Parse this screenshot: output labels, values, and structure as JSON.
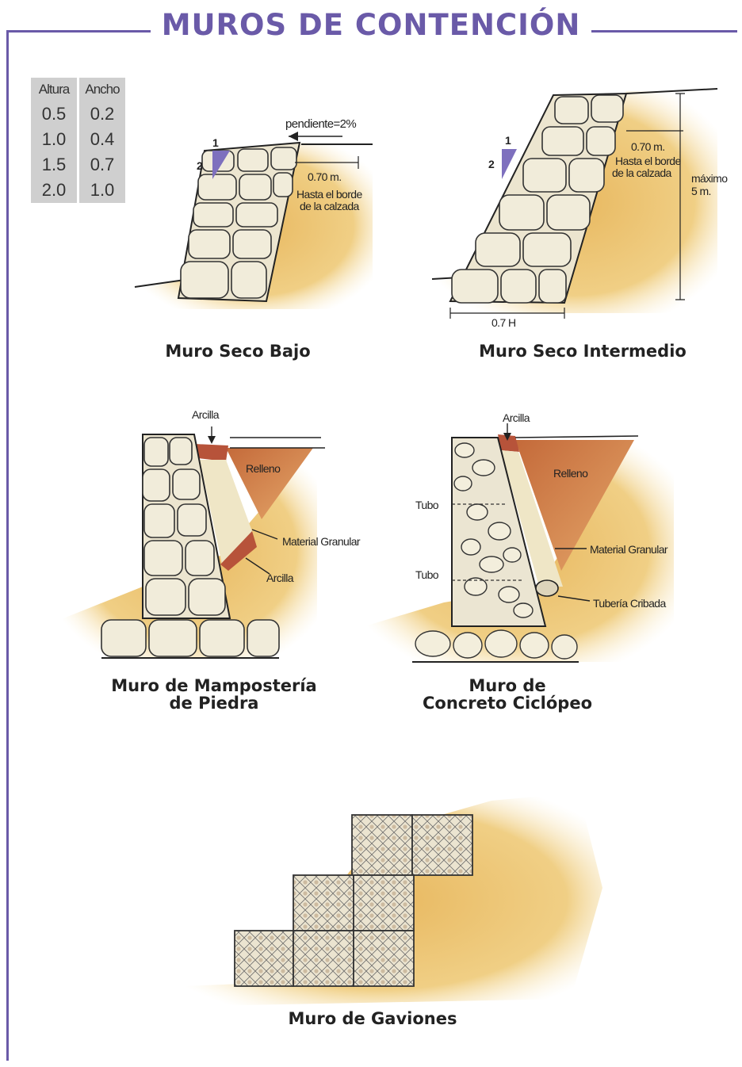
{
  "title": "MUROS DE CONTENCIÓN",
  "table": {
    "headers": [
      "Altura",
      "Ancho"
    ],
    "rows": [
      [
        "0.5",
        "0.2"
      ],
      [
        "1.0",
        "0.4"
      ],
      [
        "1.5",
        "0.7"
      ],
      [
        "2.0",
        "1.0"
      ]
    ]
  },
  "walls": {
    "seco_bajo": {
      "caption": "Muro Seco Bajo",
      "slope_v": "1",
      "slope_h": "2",
      "pendiente": "pendiente=2%",
      "dist": "0.70 m.",
      "dist_note_1": "Hasta el borde",
      "dist_note_2": "de la calzada"
    },
    "seco_intermedio": {
      "caption": "Muro Seco Intermedio",
      "slope_v": "1",
      "slope_h": "2",
      "dist": "0.70 m.",
      "dist_note_1": "Hasta el borde",
      "dist_note_2": "de la calzada",
      "max_1": "máximo",
      "max_2": "5 m.",
      "base": "0.7 H"
    },
    "mamposteria": {
      "caption_1": "Muro de Mampostería",
      "caption_2": "de Piedra",
      "arcilla_top": "Arcilla",
      "relleno": "Relleno",
      "material": "Material Granular",
      "arcilla_bottom": "Arcilla"
    },
    "ciclopeo": {
      "caption_1": "Muro de",
      "caption_2": "Concreto Ciclópeo",
      "arcilla": "Arcilla",
      "relleno": "Relleno",
      "tubo_1": "Tubo",
      "tubo_2": "Tubo",
      "material": "Material Granular",
      "tuberia": "Tubería Cribada"
    },
    "gaviones": {
      "caption": "Muro de Gaviones"
    }
  },
  "colors": {
    "accent": "#6a5aa8",
    "soil": "#e8c070",
    "fill": "#c9703a",
    "stone": "#e9e3cf"
  }
}
